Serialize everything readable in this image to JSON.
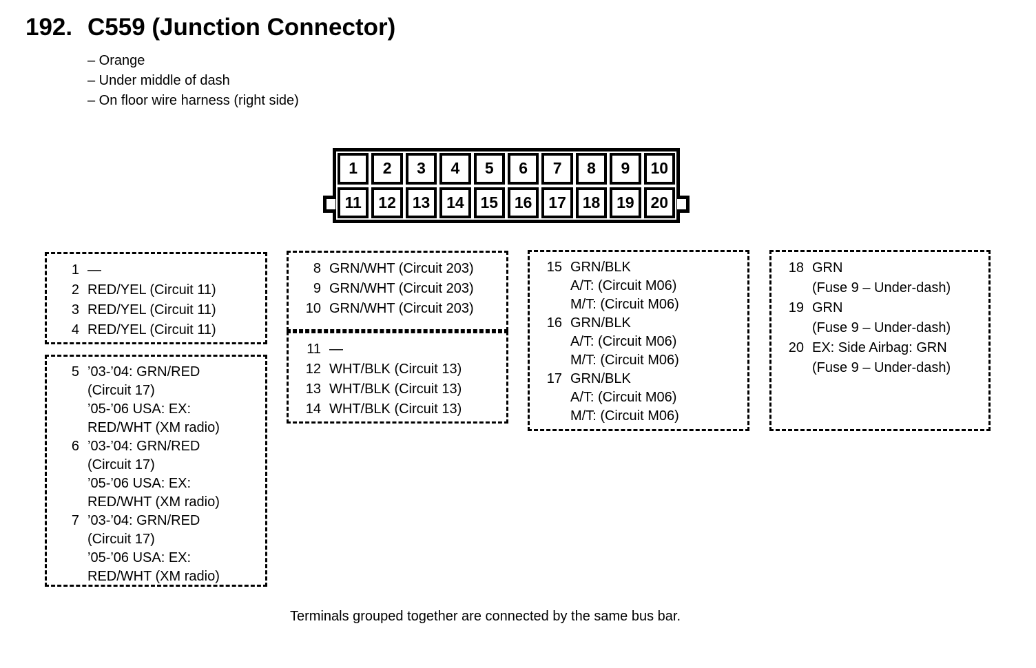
{
  "header": {
    "number": "192.",
    "title": "C559 (Junction Connector)",
    "notes": [
      "– Orange",
      "– Under middle of dash",
      "– On floor wire harness (right side)"
    ]
  },
  "connector": {
    "pins_top": [
      "1",
      "2",
      "3",
      "4",
      "5",
      "6",
      "7",
      "8",
      "9",
      "10"
    ],
    "pins_bottom": [
      "11",
      "12",
      "13",
      "14",
      "15",
      "16",
      "17",
      "18",
      "19",
      "20"
    ]
  },
  "pin_groups": [
    {
      "label": "pins-1-4",
      "rows": [
        {
          "num": "1",
          "lines": [
            "—"
          ]
        },
        {
          "num": "2",
          "lines": [
            "RED/YEL (Circuit 11)"
          ]
        },
        {
          "num": "3",
          "lines": [
            "RED/YEL (Circuit 11)"
          ]
        },
        {
          "num": "4",
          "lines": [
            "RED/YEL (Circuit 11)"
          ]
        }
      ]
    },
    {
      "label": "pins-5-7",
      "rows": [
        {
          "num": "5",
          "lines": [
            "’03-’04: GRN/RED",
            "(Circuit 17)",
            "’05-’06 USA: EX:",
            "RED/WHT (XM radio)"
          ]
        },
        {
          "num": "6",
          "lines": [
            "’03-’04: GRN/RED",
            "(Circuit 17)",
            "’05-’06 USA: EX:",
            "RED/WHT (XM radio)"
          ]
        },
        {
          "num": "7",
          "lines": [
            "’03-’04: GRN/RED",
            "(Circuit 17)",
            "’05-’06 USA: EX:",
            "RED/WHT (XM radio)"
          ]
        }
      ]
    },
    {
      "label": "pins-8-10",
      "rows": [
        {
          "num": "8",
          "lines": [
            "GRN/WHT (Circuit 203)"
          ]
        },
        {
          "num": "9",
          "lines": [
            "GRN/WHT (Circuit 203)"
          ]
        },
        {
          "num": "10",
          "lines": [
            "GRN/WHT (Circuit 203)"
          ]
        }
      ]
    },
    {
      "label": "pins-11-14",
      "rows": [
        {
          "num": "11",
          "lines": [
            "—"
          ]
        },
        {
          "num": "12",
          "lines": [
            "WHT/BLK (Circuit 13)"
          ]
        },
        {
          "num": "13",
          "lines": [
            "WHT/BLK (Circuit 13)"
          ]
        },
        {
          "num": "14",
          "lines": [
            "WHT/BLK (Circuit 13)"
          ]
        }
      ]
    },
    {
      "label": "pins-15-17",
      "rows": [
        {
          "num": "15",
          "lines": [
            "GRN/BLK",
            "A/T: (Circuit M06)",
            "M/T: (Circuit M06)"
          ]
        },
        {
          "num": "16",
          "lines": [
            "GRN/BLK",
            "A/T: (Circuit M06)",
            "M/T: (Circuit M06)"
          ]
        },
        {
          "num": "17",
          "lines": [
            "GRN/BLK",
            "A/T: (Circuit M06)",
            "M/T: (Circuit M06)"
          ]
        }
      ]
    },
    {
      "label": "pins-18-20",
      "rows": [
        {
          "num": "18",
          "lines": [
            "GRN",
            "(Fuse 9 – Under-dash)"
          ]
        },
        {
          "num": "19",
          "lines": [
            "GRN",
            "(Fuse 9 – Under-dash)"
          ]
        },
        {
          "num": "20",
          "lines": [
            "EX: Side Airbag: GRN",
            "(Fuse 9 – Under-dash)"
          ]
        }
      ]
    }
  ],
  "footer": {
    "note": "Terminals grouped together are connected by the same bus bar."
  },
  "colors": {
    "ink": "#000000",
    "paper": "#ffffff"
  }
}
